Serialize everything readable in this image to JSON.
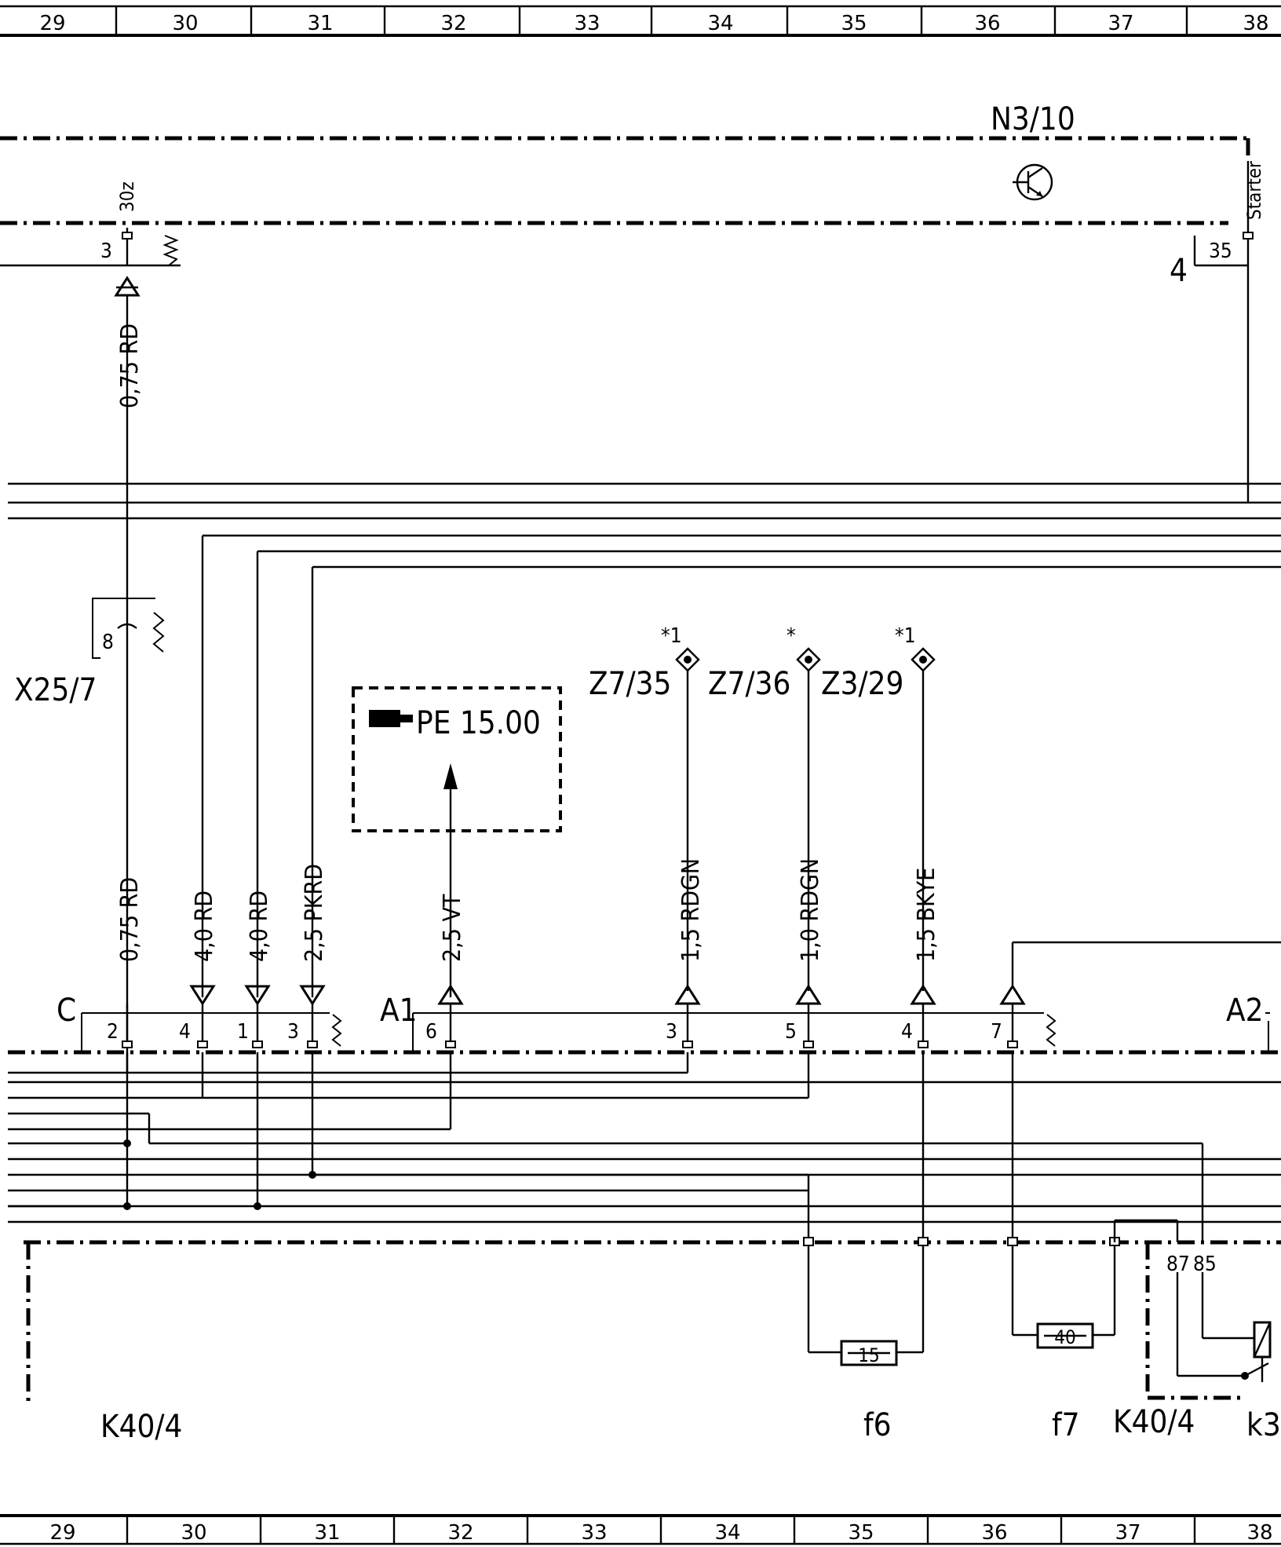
{
  "ruler": {
    "top": [
      "29",
      "30",
      "31",
      "32",
      "33",
      "34",
      "35",
      "36",
      "37",
      "38"
    ],
    "bottom": [
      "29",
      "30",
      "31",
      "32",
      "33",
      "34",
      "35",
      "36",
      "37",
      "38"
    ]
  },
  "components": {
    "n3_10": "N3/10",
    "starter_label": "Starter",
    "x25_7": "X25/7",
    "k40_4_left": "K40/4",
    "k40_4_right": "K40/4",
    "k3_partial": "k3",
    "f6": "f6",
    "f7": "f7",
    "conn_c": "C",
    "conn_a1": "A1",
    "conn_a2": "A2",
    "z7_35": "Z7/35",
    "z7_36": "Z7/36",
    "z3_29": "Z3/29"
  },
  "pins": {
    "n3_30z": "30z",
    "n3_3": "3",
    "n3_35": "35",
    "n3_4": "4",
    "x25_8": "8",
    "c_2": "2",
    "c_4": "4",
    "c_1": "1",
    "c_3": "3",
    "a1_6": "6",
    "a1_3": "3",
    "a1_5": "5",
    "a1_4": "4",
    "a1_7": "7",
    "relay_87": "87",
    "relay_85": "85"
  },
  "stars": {
    "z7_35": "*1",
    "z7_36": "*",
    "z3_29": "*1"
  },
  "fuses": {
    "f6": "15",
    "f7": "40"
  },
  "reference": {
    "text": "PE 15.00",
    "icon": "pointing-hand-icon"
  },
  "wires": {
    "w_0_75_rd_top": "0,75 RD",
    "w_0_75_rd": "0,75 RD",
    "w_4_0_rd_a": "4,0 RD",
    "w_4_0_rd_b": "4,0 RD",
    "w_2_5_pkrd": "2,5 PKRD",
    "w_2_5_vt": "2,5 VT",
    "w_1_5_rdgn": "1,5 RDGN",
    "w_1_0_rdgn": "1,0 RDGN",
    "w_1_5_bkye": "1,5 BKYE"
  }
}
